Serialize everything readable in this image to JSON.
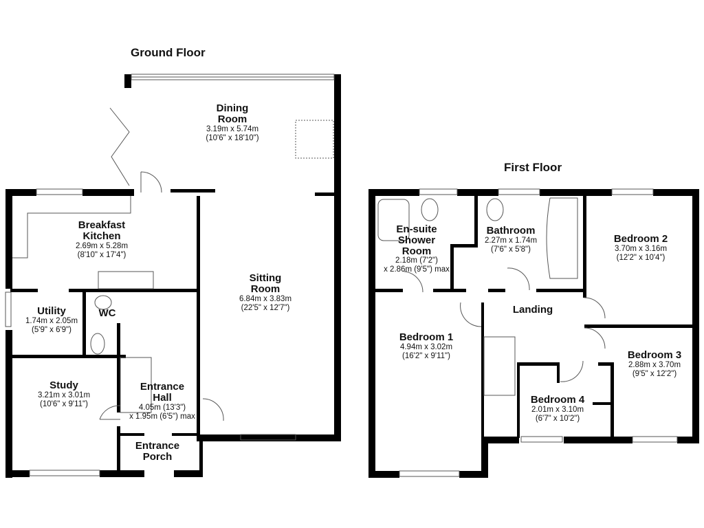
{
  "colors": {
    "wall": "#000000",
    "fixture": "#555555",
    "background": "#ffffff"
  },
  "ground_floor": {
    "title": "Ground Floor",
    "rooms": [
      {
        "name_line1": "Dining",
        "name_line2": "Room",
        "dim1": "3.19m x 5.74m",
        "dim2": "(10'6\" x 18'10\")"
      },
      {
        "name_line1": "Breakfast",
        "name_line2": "Kitchen",
        "dim1": "2.69m x 5.28m",
        "dim2": "(8'10\" x 17'4\")"
      },
      {
        "name_line1": "Sitting",
        "name_line2": "Room",
        "dim1": "6.84m x 3.83m",
        "dim2": "(22'5\" x 12'7\")"
      },
      {
        "name_line1": "Utility",
        "name_line2": "",
        "dim1": "1.74m x 2.05m",
        "dim2": "(5'9\" x 6'9\")"
      },
      {
        "name_line1": "WC",
        "name_line2": "",
        "dim1": "",
        "dim2": ""
      },
      {
        "name_line1": "Study",
        "name_line2": "",
        "dim1": "3.21m x 3.01m",
        "dim2": "(10'6\" x 9'11\")"
      },
      {
        "name_line1": "Entrance",
        "name_line2": "Hall",
        "dim1": "4.05m (13'3\")",
        "dim2": "x 1.95m (6'5\") max"
      },
      {
        "name_line1": "Entrance",
        "name_line2": "Porch",
        "dim1": "",
        "dim2": ""
      }
    ]
  },
  "first_floor": {
    "title": "First Floor",
    "rooms": [
      {
        "name_line1": "En-suite",
        "name_line2": "Shower",
        "name_line3": "Room",
        "dim1": "2.18m (7'2\")",
        "dim2": "x 2.86m (9'5\") max"
      },
      {
        "name_line1": "Bathroom",
        "name_line2": "",
        "dim1": "2.27m x 1.74m",
        "dim2": "(7'6\" x 5'8\")"
      },
      {
        "name_line1": "Bedroom 2",
        "name_line2": "",
        "dim1": "3.70m x 3.16m",
        "dim2": "(12'2\" x 10'4\")"
      },
      {
        "name_line1": "Landing",
        "name_line2": "",
        "dim1": "",
        "dim2": ""
      },
      {
        "name_line1": "Bedroom 1",
        "name_line2": "",
        "dim1": "4.94m x 3.02m",
        "dim2": "(16'2\" x 9'11\")"
      },
      {
        "name_line1": "Bedroom 3",
        "name_line2": "",
        "dim1": "2.88m x 3.70m",
        "dim2": "(9'5\" x 12'2\")"
      },
      {
        "name_line1": "Bedroom 4",
        "name_line2": "",
        "dim1": "2.01m x 3.10m",
        "dim2": "(6'7\" x 10'2\")"
      }
    ]
  }
}
